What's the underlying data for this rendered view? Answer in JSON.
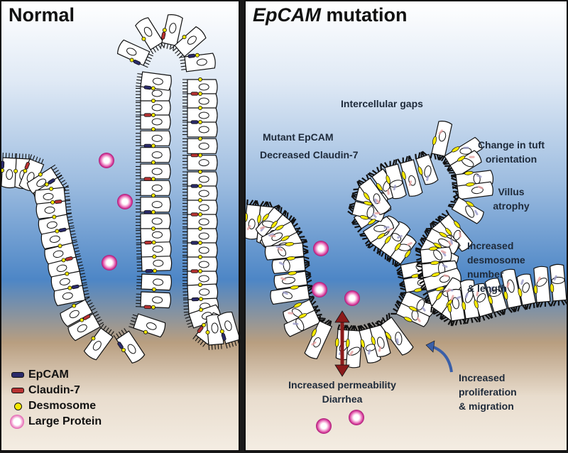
{
  "panels": {
    "normal": {
      "title": "Normal"
    },
    "mutation": {
      "title_italic": "EpCAM",
      "title_rest": " mutation"
    }
  },
  "labels": {
    "intercellular_gaps": "Intercellular gaps",
    "mutant_epcam": "Mutant EpCAM",
    "decreased_claudin": "Decreased Claudin-7",
    "tuft_line1": "Change in tuft",
    "tuft_line2": "orientation",
    "villus_line1": "Villus",
    "villus_line2": "atrophy",
    "desmo_line1": "Increased",
    "desmo_line2": "desmosome",
    "desmo_line3": "number",
    "desmo_line4": "& length",
    "permeability": "Increased permeability",
    "diarrhea": "Diarrhea",
    "prolif_line1": "Increased",
    "prolif_line2": "proliferation",
    "prolif_line3": "& migration"
  },
  "legend": {
    "epcam": "EpCAM",
    "claudin": "Claudin-7",
    "desmosome": "Desmosome",
    "protein": "Large Protein"
  },
  "colors": {
    "epcam": "#2a2a6a",
    "claudin": "#b83232",
    "desmosome": "#f5e800",
    "protein": "#d63a9a",
    "lumen_blue": "#4d86c6",
    "tissue_tan": "#b89e80",
    "arrow_red": "#8b1a1a",
    "arrow_blue": "#3a5fa8"
  }
}
